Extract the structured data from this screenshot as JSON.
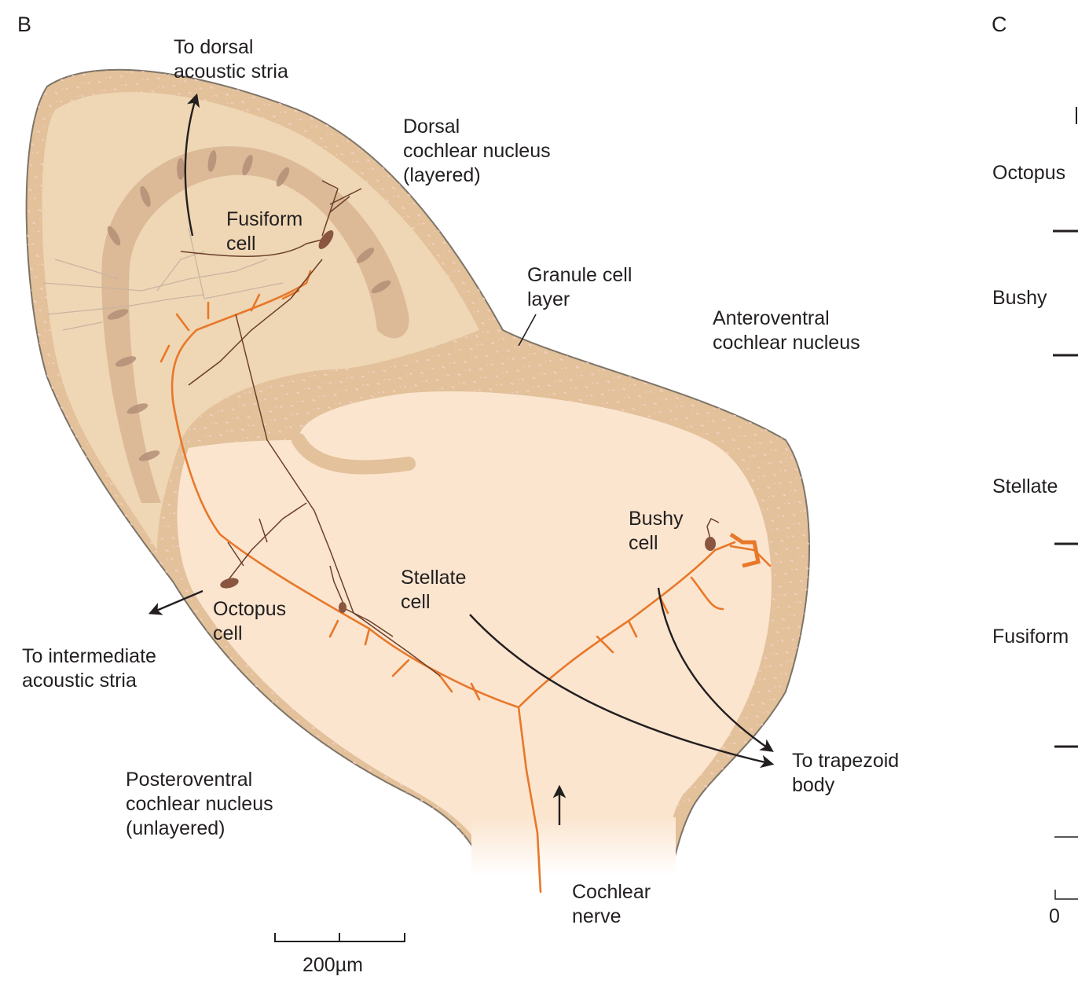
{
  "panels": {
    "b": {
      "letter": "B",
      "labels": {
        "dorsal_stria": [
          "To dorsal",
          "acoustic stria"
        ],
        "dcn": [
          "Dorsal",
          "cochlear nucleus",
          "(layered)"
        ],
        "fusiform_cell": [
          "Fusiform",
          "cell"
        ],
        "granule_layer": [
          "Granule cell",
          "layer"
        ],
        "avcn": [
          "Anteroventral",
          "cochlear nucleus"
        ],
        "bushy_cell": [
          "Bushy",
          "cell"
        ],
        "stellate_cell": [
          "Stellate",
          "cell"
        ],
        "octopus_cell": [
          "Octopus",
          "cell"
        ],
        "intermediate_stria": [
          "To intermediate",
          "acoustic stria"
        ],
        "trapezoid": [
          "To trapezoid",
          "body"
        ],
        "pvcn": [
          "Posteroventral",
          "cochlear nucleus",
          "(unlayered)"
        ],
        "cochlear_nerve": [
          "Cochlear",
          "nerve"
        ]
      },
      "scale_bar": "200µm"
    },
    "c": {
      "letter": "C",
      "traces": [
        "Octopus",
        "Bushy",
        "Stellate",
        "Fusiform"
      ],
      "axis_zero": "0"
    }
  },
  "colors": {
    "outline": "#7d7468",
    "dcn_fill": "#efd7b5",
    "granule_fill": "#e2c19b",
    "granule_dots": "#f6cfc4",
    "vcn_fill": "#fbe5cf",
    "axon": "#e8782a",
    "neuron": "#6b3f2a",
    "neuron_soma": "#8a5640",
    "faint_dendrite": "#c9b4a2",
    "arrow": "#231f20"
  }
}
